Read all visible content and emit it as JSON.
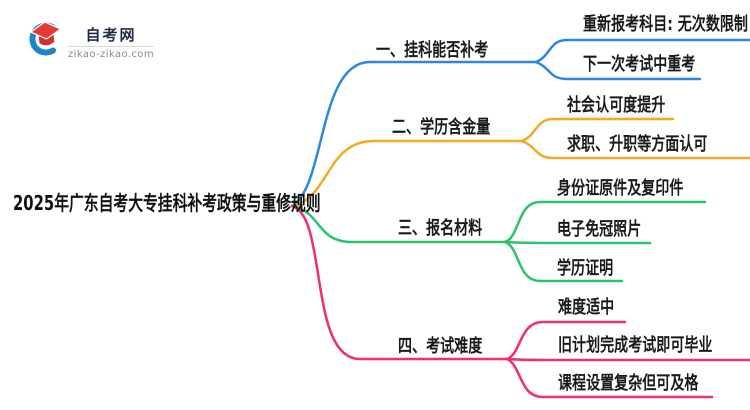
{
  "logo": {
    "site_name": "自考网",
    "site_url": "zikao-zikao.com",
    "icon": "graduation-cap-icon"
  },
  "central_topic": "2025年广东自考大专挂科补考政策与重修规则",
  "colors": {
    "branch1_blue": "#2b87e0",
    "branch2_orange": "#f7a823",
    "branch3_green": "#2cc36b",
    "branch4_pink": "#ee2e75",
    "text": "#1a1a1a",
    "logo_red": "#e53935",
    "logo_blue": "#1c86c8"
  },
  "branches": [
    {
      "label": "一、挂科能否补考",
      "color": "#2b87e0",
      "children": [
        "重新报考科目: 无次数限制",
        "下一次考试中重考"
      ]
    },
    {
      "label": "二、学历含金量",
      "color": "#f7a823",
      "children": [
        "社会认可度提升",
        "求职、升职等方面认可"
      ]
    },
    {
      "label": "三、报名材料",
      "color": "#2cc36b",
      "children": [
        "身份证原件及复印件",
        "电子免冠照片",
        "学历证明"
      ]
    },
    {
      "label": "四、考试难度",
      "color": "#ee2e75",
      "children": [
        "难度适中",
        "旧计划完成考试即可毕业",
        "课程设置复杂但可及格"
      ]
    }
  ]
}
